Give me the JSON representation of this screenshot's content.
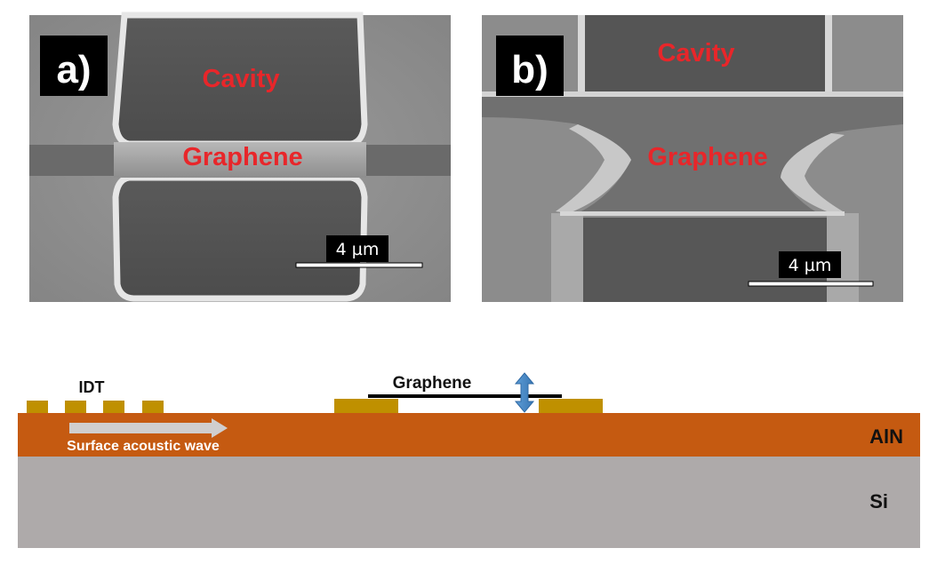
{
  "panel_a": {
    "tag": "a)",
    "cavity_label": "Cavity",
    "graphene_label": "Graphene",
    "scale_bar": "4 µm"
  },
  "panel_b": {
    "tag": "b)",
    "cavity_label": "Cavity",
    "graphene_label": "Graphene",
    "scale_bar": "4 µm"
  },
  "schematic": {
    "idt_label": "IDT",
    "graphene_label": "Graphene",
    "wave_label": "Surface acoustic wave",
    "aln_label": "AlN",
    "si_label": "Si"
  },
  "colors": {
    "label_red": "#e8262a",
    "aln": "#c55a11",
    "si": "#aeaaaa",
    "electrode": "#bf9000",
    "arrow_blue": "#5b9bd5",
    "wave_arrow": "#d0cece"
  }
}
